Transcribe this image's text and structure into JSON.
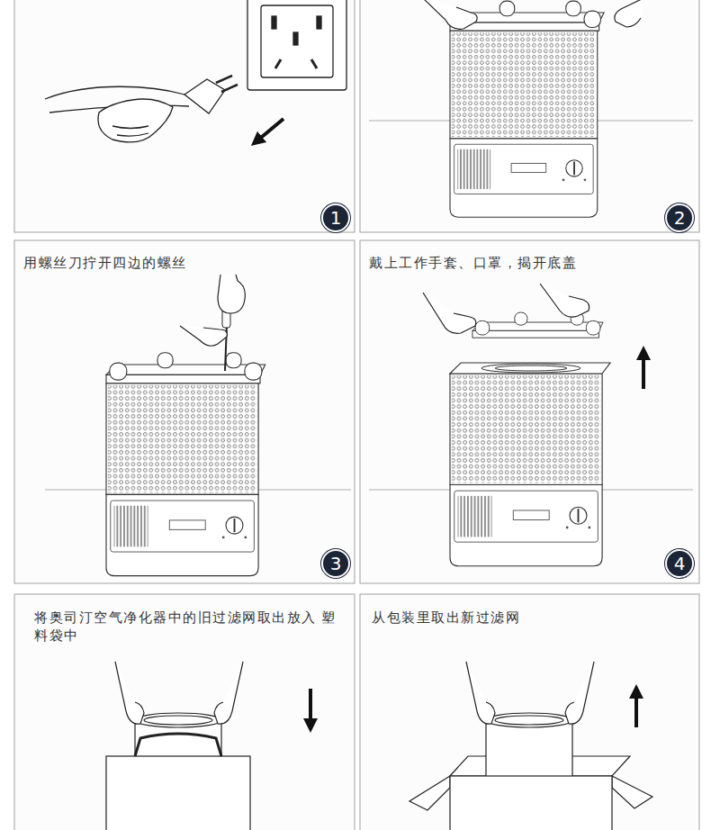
{
  "diagram": {
    "nodes": [
      {
        "text": [
          "1"
        ]
      },
      {
        "text": [
          "2"
        ]
      },
      {
        "text": [
          "3"
        ]
      },
      {
        "text": [
          "4"
        ]
      }
    ],
    "labels": [
      "用螺丝刀拧开四边的螺丝",
      "戴上工作手套、口罩，揭开底盖",
      "将奥司汀空气净化器中的旧过滤网取出放入 塑料袋中",
      "从包装里取出新过滤网"
    ]
  }
}
